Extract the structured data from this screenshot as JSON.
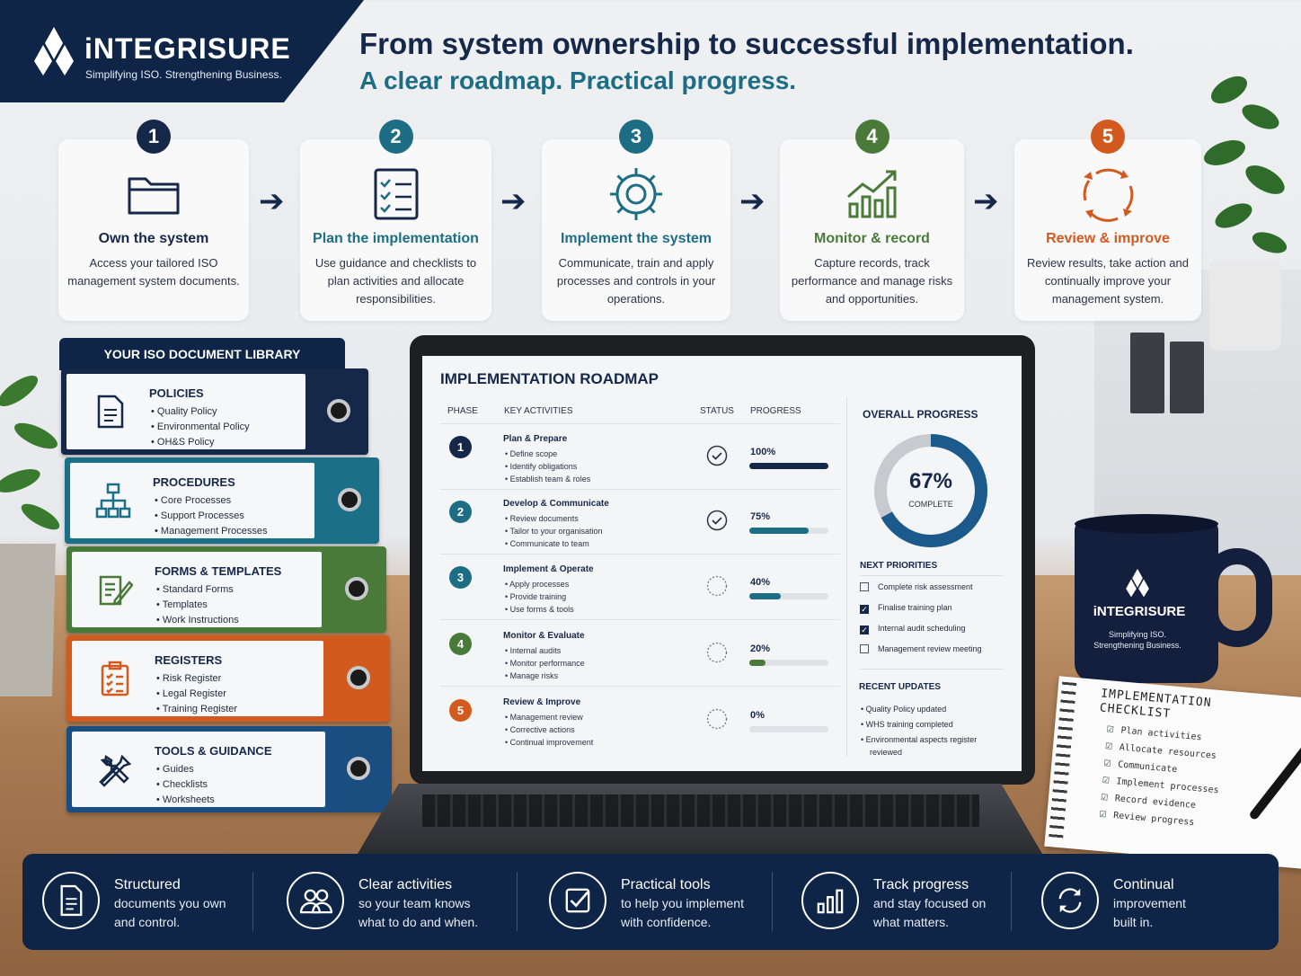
{
  "brand": {
    "name": "iNTEGRISURE",
    "tagline": "Simplifying ISO. Strengthening Business."
  },
  "headline": "From system ownership to successful implementation.",
  "subheadline": "A clear roadmap. Practical progress.",
  "colors": {
    "navy": "#16284a",
    "teal": "#1d6e84",
    "green": "#4a7a3a",
    "orange": "#d35a1f",
    "blue": "#1b5a8a"
  },
  "steps": [
    {
      "num": "1",
      "icon": "folder-icon",
      "title": "Own the system",
      "desc": "Access your tailored ISO management system documents."
    },
    {
      "num": "2",
      "icon": "checklist-icon",
      "title": "Plan the implementation",
      "desc": "Use guidance and checklists to plan activities and allocate responsibilities."
    },
    {
      "num": "3",
      "icon": "gear-icon",
      "title": "Implement the system",
      "desc": "Communicate, train and apply processes and controls in your operations."
    },
    {
      "num": "4",
      "icon": "growth-chart-icon",
      "title": "Monitor & record",
      "desc": "Capture records, track performance and manage risks and opportunities."
    },
    {
      "num": "5",
      "icon": "cycle-arrows-icon",
      "title": "Review & improve",
      "desc": "Review results, take action and continually improve your management system."
    }
  ],
  "library": {
    "heading": "YOUR ISO DOCUMENT LIBRARY",
    "binders": [
      {
        "title": "POLICIES",
        "icon": "document-icon",
        "items": [
          "Quality Policy",
          "Environmental Policy",
          "OH&S Policy"
        ]
      },
      {
        "title": "PROCEDURES",
        "icon": "org-chart-icon",
        "items": [
          "Core Processes",
          "Support Processes",
          "Management Processes"
        ]
      },
      {
        "title": "FORMS & TEMPLATES",
        "icon": "form-edit-icon",
        "items": [
          "Standard Forms",
          "Templates",
          "Work Instructions"
        ]
      },
      {
        "title": "REGISTERS",
        "icon": "clipboard-icon",
        "items": [
          "Risk Register",
          "Legal Register",
          "Training Register"
        ]
      },
      {
        "title": "TOOLS & GUIDANCE",
        "icon": "tools-icon",
        "items": [
          "Guides",
          "Checklists",
          "Worksheets"
        ]
      }
    ]
  },
  "roadmap": {
    "title": "IMPLEMENTATION ROADMAP",
    "columns": {
      "phase": "PHASE",
      "activities": "KEY ACTIVITIES",
      "status": "STATUS",
      "progress": "PROGRESS"
    },
    "phases": [
      {
        "num": "1",
        "title": "Plan & Prepare",
        "activities": [
          "Define scope",
          "Identify obligations",
          "Establish team & roles"
        ],
        "status": "complete",
        "progress": 100,
        "progress_label": "100%"
      },
      {
        "num": "2",
        "title": "Develop & Communicate",
        "activities": [
          "Review documents",
          "Tailor to your organisation",
          "Communicate to team"
        ],
        "status": "complete",
        "progress": 75,
        "progress_label": "75%"
      },
      {
        "num": "3",
        "title": "Implement & Operate",
        "activities": [
          "Apply processes",
          "Provide training",
          "Use forms & tools"
        ],
        "status": "pending",
        "progress": 40,
        "progress_label": "40%"
      },
      {
        "num": "4",
        "title": "Monitor & Evaluate",
        "activities": [
          "Internal audits",
          "Monitor performance",
          "Manage risks"
        ],
        "status": "pending",
        "progress": 20,
        "progress_label": "20%"
      },
      {
        "num": "5",
        "title": "Review & Improve",
        "activities": [
          "Management review",
          "Corrective actions",
          "Continual improvement"
        ],
        "status": "pending",
        "progress": 0,
        "progress_label": "0%"
      }
    ],
    "overall": {
      "title": "OVERALL PROGRESS",
      "value": 67,
      "label": "67%",
      "caption": "COMPLETE"
    },
    "next_priorities": {
      "title": "NEXT PRIORITIES",
      "items": [
        {
          "label": "Complete risk assessment",
          "checked": false
        },
        {
          "label": "Finalise training plan",
          "checked": true
        },
        {
          "label": "Internal audit scheduling",
          "checked": true
        },
        {
          "label": "Management review meeting",
          "checked": false
        }
      ]
    },
    "recent_updates": {
      "title": "RECENT UPDATES",
      "items": [
        "Quality Policy updated",
        "WHS training completed",
        "Environmental aspects register reviewed"
      ]
    }
  },
  "mug": {
    "name": "iNTEGRISURE",
    "tagline": "Simplifying ISO. Strengthening Business."
  },
  "checklist": {
    "title": "IMPLEMENTATION CHECKLIST",
    "items": [
      "Plan activities",
      "Allocate resources",
      "Communicate",
      "Implement processes",
      "Record evidence",
      "Review progress"
    ]
  },
  "features": [
    {
      "icon": "document-icon",
      "title": "Structured",
      "lines": [
        "documents you own",
        "and control."
      ]
    },
    {
      "icon": "team-icon",
      "title": "Clear activities",
      "lines": [
        "so your team knows",
        "what to do and when."
      ]
    },
    {
      "icon": "checkbox-icon",
      "title": "Practical tools",
      "lines": [
        "to help you implement",
        "with confidence."
      ]
    },
    {
      "icon": "bar-chart-icon",
      "title": "Track progress",
      "lines": [
        "and stay focused on",
        "what matters."
      ]
    },
    {
      "icon": "refresh-icon",
      "title": "Continual",
      "lines": [
        "improvement",
        "built in."
      ]
    }
  ]
}
